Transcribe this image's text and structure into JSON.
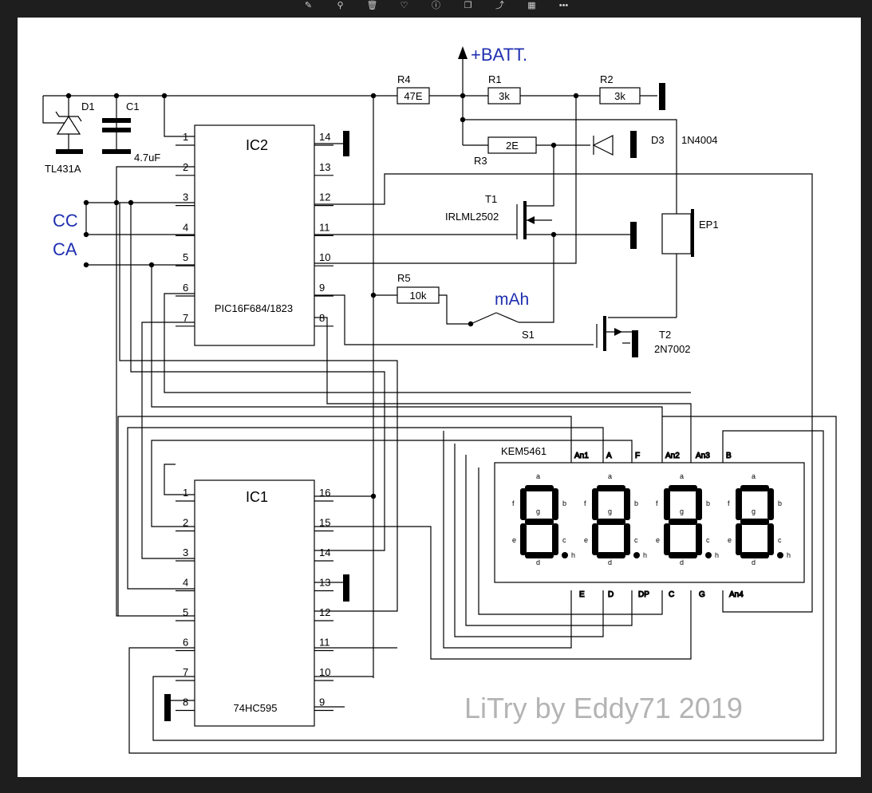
{
  "toolbar": {
    "icons": [
      "pencil-icon",
      "pin-icon",
      "trash-icon",
      "heart-icon",
      "info-icon",
      "copy-icon",
      "share-icon",
      "gallery-icon",
      "more-icon"
    ],
    "glyphs": [
      "✎",
      "⚲",
      "🗑",
      "♡",
      "ⓘ",
      "❐",
      "⤴",
      "▦",
      "•••"
    ]
  },
  "schematic": {
    "power_label": "+BATT.",
    "ic2": {
      "name": "IC2",
      "part": "PIC16F684/1823",
      "pins_left": [
        "1",
        "2",
        "3",
        "4",
        "5",
        "6",
        "7"
      ],
      "pins_right": [
        "14",
        "13",
        "12",
        "11",
        "10",
        "9",
        "8"
      ]
    },
    "ic1": {
      "name": "IC1",
      "part": "74HC595",
      "pins_left": [
        "1",
        "2",
        "3",
        "4",
        "5",
        "6",
        "7",
        "8"
      ],
      "pins_right": [
        "16",
        "15",
        "14",
        "13",
        "12",
        "11",
        "10",
        "9"
      ]
    },
    "d1": {
      "ref": "D1",
      "part": "TL431A"
    },
    "c1": {
      "ref": "C1",
      "value": "4.7uF"
    },
    "r4": {
      "ref": "R4",
      "value": "47E"
    },
    "r1": {
      "ref": "R1",
      "value": "3k"
    },
    "r2": {
      "ref": "R2",
      "value": "3k"
    },
    "r3": {
      "ref": "R3",
      "value": "2E"
    },
    "r5": {
      "ref": "R5",
      "value": "10k"
    },
    "d3": {
      "ref": "D3",
      "part": "1N4004"
    },
    "t1": {
      "ref": "T1",
      "part": "IRLML2502"
    },
    "t2": {
      "ref": "T2",
      "part": "2N7002"
    },
    "ep1": {
      "ref": "EP1"
    },
    "s1": {
      "ref": "S1",
      "label": "mAh"
    },
    "cc_label": "CC",
    "ca_label": "CA",
    "display": {
      "part": "KEM5461",
      "top_pins": [
        "An1",
        "A",
        "F",
        "An2",
        "An3",
        "B"
      ],
      "bottom_pins": [
        "E",
        "D",
        "DP",
        "C",
        "G",
        "An4"
      ],
      "segment_letters": [
        "a",
        "b",
        "c",
        "d",
        "e",
        "f",
        "g",
        "h"
      ]
    },
    "watermark": "LiTry by Eddy71  2019"
  }
}
